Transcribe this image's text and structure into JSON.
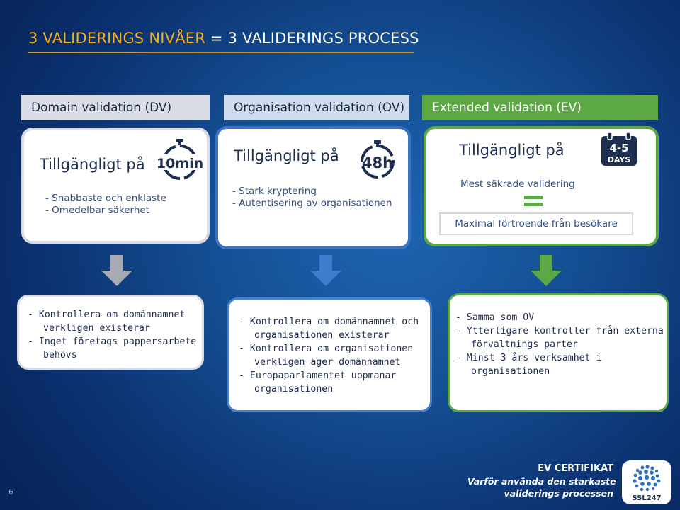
{
  "title": {
    "part1": "3 VALIDERINGS NIVÅER",
    "part2": " = 3 VALIDERINGS PROCESS"
  },
  "tabs": [
    {
      "label": "Domain validation (DV)"
    },
    {
      "label": "Organisation validation (OV)"
    },
    {
      "label": "Extended validation (EV)"
    }
  ],
  "cards": {
    "dv": {
      "heading": "Tillgängligt på",
      "badge": "10min",
      "bullets": [
        "Snabbaste och enklaste",
        "Omedelbar säkerhet"
      ]
    },
    "ov": {
      "heading": "Tillgängligt på",
      "badge": "48h",
      "bullets": [
        "Stark kryptering",
        "Autentisering av organisationen"
      ]
    },
    "ev": {
      "heading": "Tillgängligt på",
      "badge_top": "4-5",
      "badge_bottom": "DAYS",
      "line1": "Mest säkrade validering",
      "line2": "Maximal förtroende från besökare"
    }
  },
  "details": {
    "dv": [
      "Kontrollera om domännamnet verkligen existerar",
      "Inget företags pappersarbete behövs"
    ],
    "ov": [
      "Kontrollera om domännamnet och organisationen existerar",
      "Kontrollera om organisationen verkligen äger domännamnet",
      "Europaparlamentet uppmanar organisationen"
    ],
    "ev": [
      "Samma som OV",
      "Ytterligare kontroller från externa förvaltnings parter",
      "Minst 3 års verksamhet i organisationen"
    ]
  },
  "footer": {
    "page_number": "6",
    "title": "EV CERTIFIKAT",
    "subtitle_line1": "Varför använda den starkaste",
    "subtitle_line2": "validerings processen",
    "logo_text": "SSL247"
  },
  "colors": {
    "accent_orange": "#f2b01e",
    "ov_blue": "#3f7ccd",
    "ev_green": "#5ca844",
    "dv_grey": "#a7abb3"
  }
}
